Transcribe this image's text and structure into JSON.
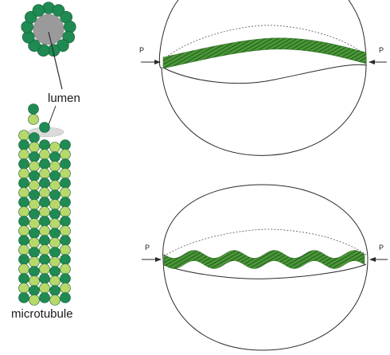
{
  "labels": {
    "lumen": "lumen",
    "microtubule": "microtubule",
    "force_left_top": "P",
    "force_right_top": "P",
    "force_left_bottom": "P",
    "force_right_bottom": "P"
  },
  "colors": {
    "subunit_dark": "#1f8a52",
    "subunit_light": "#b7d86a",
    "subunit_outline": "#145c36",
    "lumen_fill": "#9a9a9a",
    "band_fill": "#4c9a3a",
    "band_stripe": "#2e6b22",
    "ink": "#2a2a2a"
  },
  "panels": [
    {
      "band_shape": "arched",
      "band_count": 1
    },
    {
      "band_shape": "wavy",
      "band_count": 1
    }
  ]
}
